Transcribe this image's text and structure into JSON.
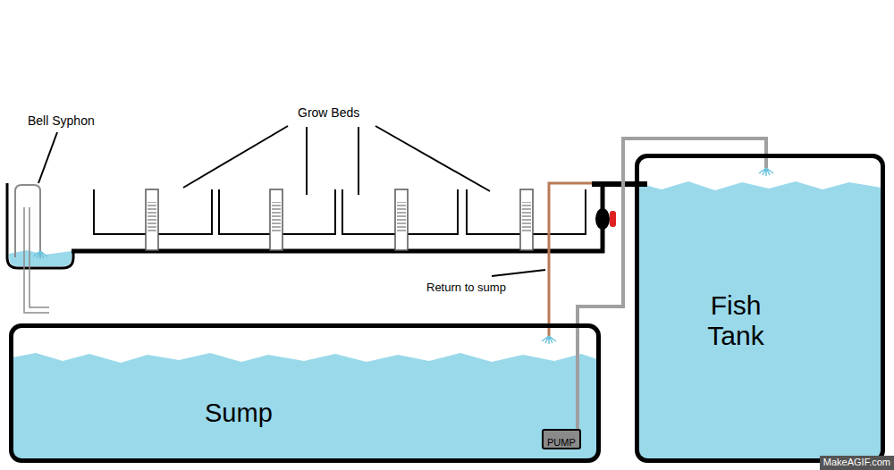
{
  "diagram": {
    "nodes": [
      {
        "text": [
          "Sump"
        ]
      },
      {
        "text": [
          "PUMP"
        ],
        "in": 0
      },
      {
        "text": [
          "Fish Tank"
        ]
      }
    ],
    "edges": [
      {
        "from": 1,
        "to": 2,
        "arrow": "none"
      }
    ],
    "labels": [
      "Bell Syphon",
      "Grow Beds",
      "Return to sump",
      "MakeAGIF.com"
    ]
  }
}
